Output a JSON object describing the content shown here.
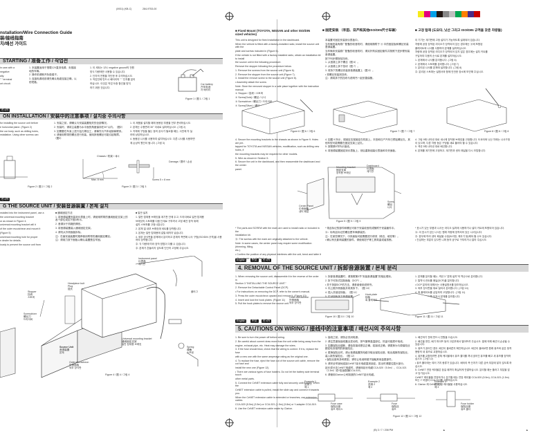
{
  "top": {
    "ref_code": "(0931) (KB-C)",
    "doc_code": "284-9753-00",
    "registration_colors": [
      "#f6ea1b",
      "#e4007f",
      "#00a0e9",
      "#231815",
      "#888888",
      "#bfbfbf",
      "#00a650",
      "#ff7f00",
      "#4b2c87",
      "#c80000"
    ]
  },
  "left": {
    "title_line1": "nstallation/Wire Connection Guide",
    "title_line2": "装/接线指南",
    "title_line3": "치/배선 가이드",
    "s1_heading": "STARTING / 准备工作 / 작업전",
    "s1_en": [
      "in cars with a",
      "negative",
      "ally.",
      "\" \" terminal",
      "ort circuit."
    ],
    "s1_cn": [
      "1. 本装置适用于搭载12V直流电源、负极接地的车辆。",
      "2. 操作前请断开负极端子。",
      "3. 连接电源线前请先确认电缆连接正确，以防短路。"
    ],
    "s1_ko": [
      "1. 이 세트는 12V, negative ground의 전원",
      "   방식 차량에만 사용할 수 있습니다.",
      "2. 단자의 전원을 차단한 후 주의하십시오.",
      "3. 작업전에 반드시 배터리의 \" \" 단자를 분리",
      "   하십시오. 이것은 작업 도중 합선을 방지",
      "   하기 위한 것입니다."
    ],
    "s1_fig_cap": "Figure 1 / 图 1 / 그림 1",
    "s1_fig_labels": [
      "Car battery",
      "汽车电池",
      "차 배터리"
    ],
    "s2_heading": "ON INSTALLATION / 安装中的注意事项 / 설치중 주의사항",
    "s2_en": [
      "for installing the source unit before",
      "e horizontal plane. (Figure 2)",
      "the car body, such as drilling holes,",
      "nstallation. Using other screws can"
    ],
    "s2_cn": [
      "1. 安装之前，请确认与安装装置相关的全部情况。",
      "2. 安装时，请将主装置与水平面的角度保持在30°以内。（图2）",
      "3. 如需要在车身上进行钻孔等加工，请事先与汽车经销商联系。",
      "4. 请使用附带的螺丝进行安装，使用其他螺丝可能引起故障。（图3）"
    ],
    "s2_ko": [
      "1. 이 제품을 설치할 때에 동봉된 부품을 전부 준비하십시오.",
      "2. 본체는 수평면과 30° 이내로 설치하십시오. (그림 2)",
      "3. 차체에 구멍을 뚫는 등의 공사가 필요할 때는, 사전에 차 딜",
      "   러에 상담하십시오.",
      "4. 동봉된 나사를 사용하여 설치하십시오. 다른 나사를 사용하면",
      "   제 손상의 원인이 됩니다. (그림 3)"
    ],
    "s2_fig2_cap": "Figure 2 / 图 2 / 그림 2",
    "s2_fig3_cap": "Figure 3 / 图 3 / 그림 3",
    "s2_fig_labels": [
      "Chassis / 机架 / 섀시",
      "Damage / 损坏 / 손상",
      "Max. 8 mm",
      "Screw 5 × 8 mm"
    ],
    "s3_heading": "G THE SOURCE UNIT / 安装音源装置 / 본체 설치",
    "s3_en": [
      "nstalled into the instrument panel, use a",
      "the universal mounting bracket",
      "or as shown in Figure 4.",
      "universal mounting bracket will it",
      "of the outer escutcheon and mount it",
      "(Figure 5)",
      "universal mounting hole for proper",
      "n dealer for details.",
      "iously to prevent the source unit from"
    ],
    "s3_cn": [
      "■ 通用固定方法",
      "1. 将音源装置安装到仪表盘上时，请使用附带的通用固定支架上的各个部位或如下图4所示。",
      "2. 音源对于机箱的情形。",
      "3. 将音源装置装入通用固定支架。",
      "4. 请勿从外侧面板拆除。",
      "注：在面安装装置时推荐使用附带的通用固定螺丝。",
      "注：请用力按下面板以确认装置是否牢固。"
    ],
    "s3_ko": [
      "■ 일반 설치",
      "1. 일반 탑재용 브래킷을 계기판 안에 두고, 드라이버로 일반 탑재용",
      "   브래킷의 스토퍼를 다음 단계로 구부려서 고정 배관 장착 위해",
      "   설치 스토퍼를 고정시킵니다.",
      "2. 본체 일 내부 브래킷에 세트를 장착합니다.",
      "3. 본체는 일반 탑재용에 걸릴 때까지 넣습니다.",
      "4. 외부 장식판을 본체에서 분리하고 본체의 측면에 나사 구멍(ISO/DIN 규격)을 사용하여 장착합니다.",
      "주: 각 차량에 따라 장착 방법이 다를 수 있습니다.",
      "주: 본체가 흔들리지 않도록 단단히 고정해 주십시오."
    ],
    "s3_fig4_cap": "Figure 4 / 图 4 / 그림 4",
    "s3_fig_labels": [
      "Source Unit",
      "音源装置",
      "본체",
      "Universal mounting bracket",
      "通用固定支架",
      "일반 탑재용 브래킷",
      "Outer escutcheon",
      "外侧面板",
      "외부 장식판",
      "Screwdriver",
      "螺丝刀",
      "드라이버",
      "Stopper",
      "挡块",
      "스토퍼",
      "Instrument panel",
      "仪表盘",
      "계기판",
      "Spring",
      "弹簧",
      "스프링",
      "Headpiece bolt",
      "Plug",
      "插头",
      "플러그"
    ]
  },
  "right": {
    "fixed_mount_heading": "■ Fixed Mount (TOYOTA, NISSAN and other ISO/DIN sized vehicles)",
    "fixed_mount_cn_heading": "■ 固定安装 （丰田、日产和其他ISO/DIN尺寸车辆）",
    "fixed_mount_ko_heading": "■ 고정 탑재 (도요타, 닛산 그리고 ISO/DIN 규격을 갖춘 차량들)",
    "fm_en": [
      "This unit is designed for fixed installation in the dashboard.",
      "When the vehicle is fitted with a factory-installed radio, install the source unit with the",
      "plate and screws included in (Figure 6).",
      "If the vehicle is not fitted with a factory-installed radio, obtain an installation kit to install",
      "the source unit in the following procedure.",
      "Remove the stopper following the procedure below.",
      "1. Remove the screws from the source unit (Figure 6).",
      "2. Remove the stopper from the source unit (Figure 7).",
      "3. Install the remove screw to the source unit (Figure 8).",
      "   • Assembly attach the screw.",
      "Note: Store the removed stopper in a safe place together with the instruction manual."
    ],
    "fm_parts": [
      "① Stopper / 挡块 / 스토퍼",
      "② Screw(Gold) / 螺丝 / 나사",
      "③ Screwdriver / 螺丝刀 / 드라이버",
      "④ Screw(Silver) / 螺丝 / 나사"
    ],
    "fm_cn": [
      "本装置可固定安装到仪表板中。",
      "当车辆安装有原厂配备的收音机时，请使用随附于 ⓐ 中的固定板和螺丝安装音源装置。",
      "当车辆未安装原厂配备的收音机时，请另外购买固定套件并按照下述步骤安装音源装置。",
      "按下列步骤拆除挡块。",
      "1. 从音源上拆下螺丝（图 6）。",
      "2. 从音源上拆下挡块（图 7）。",
      "3. 将拆下的螺丝安装到音源装置上（图 8）。",
      "   • 将螺丝安装到挡块。",
      "注：请将拆下的挡块与说明书一起妥善保管。"
    ],
    "fm_ko": [
      "이 기기는 계기판에 고정 설치가 가능하도록 설계되어 있습니다.",
      "차량에 공장 장착된 라디오가 장착되어 있는 경우에는 ⓐ에 포함된",
      "플레이트와 나사를 사용하여 본체를 설치하십시오.",
      "차량에 공장 장착된 라디오가 장착되어 있지 않은 경우에는 설치 키트를",
      "구입하여 다음의 순서로 본체를 설치하십시오.",
      "1. 본체에서 나사를 분리합니다. (그림 6)",
      "2. 본체에서 스토퍼를 분리합니다. (그림 7)",
      "3. 분리된 나사를 본체에 설치합니다. (그림 8)",
      "주: 분리된 스토퍼는 설명서와 함께 안전한 장소에 보관해 주십시오."
    ],
    "fig6_cap": "Figure 6 / 图 6 / 그림 6",
    "fig7_cap": "Figure 7 / 图 7 / 그림 7",
    "fig8_cap": "Figure 8 / 图 8 / 그림 8",
    "fm_steps_en": [
      "4. Secure the mounting brackets to the chassis as shown in Figure 9. Holes are pre-",
      "   tapped for TOYOTA and NISSAN vehicles; modification, such as drilling new holes, if",
      "   the mounting brackets may be required for other models.",
      "5. Wire as shown in Section 5.",
      "6. Secure the unit in the dashboard, and then reassemble the dashboard and the center",
      "   panel."
    ],
    "fm_steps_cn": [
      "4. 如图 9 所示，将固定支架固定在机架上。丰田和日产汽车已预钻螺丝孔，其他车型可能需要在固定支架上钻孔。",
      "5. 按照第5节所示接线。",
      "6. 将音源装置固定到仪表板上，然后重新组装仪表板和中央面板。"
    ],
    "fm_steps_ko": [
      "4. 그림 9에 나타낸 대로 섀시에 장착용 브래킷을 고정합니다. 도요타와 닛산 차에는 나사구멍이 있으며, 다른 차량 등은 구멍을 새로 뚫어야 할 수 있습니다.",
      "5. 섹션 5에 나타낸 대로 배선합니다.",
      "6. 본체를 계기판에 고정하고, 계기판과 센터 패널을 다시 조립합니다."
    ],
    "fig9_cap": "Figure 9 / 图 9 / 그림 9",
    "fig9_labels": [
      "Dashboard",
      "仪表板",
      "계기판",
      "Mounting bracket",
      "固定支架",
      "장착용 브래킷",
      "Center Panel",
      "中央面板",
      "센터 패널",
      "Screw",
      "螺丝",
      "나사"
    ],
    "fm_note_en": [
      "* The parts and SCREW with the mark are used to install radio or included in the",
      "  installation kit.",
      "Ⓐ: The screws with the mark are originally attached to the vehicle.",
      "Note: In some cases, the center panel may require some modification (trimming, filling,",
      "  etc.).",
      "• Confirm the position of any physical interferes with the unit, bend and latter it",
      "  with a nipper or a similar tool."
    ],
    "fm_note_cn": [
      "* 带此标记的部件和螺丝可用于安装收音机或随附于安装套件中。",
      "Ⓐ：标有此标记的螺丝是车辆原装的。",
      "注：在某些情况下，中央面板可能需要进行修改（修边、填充等）。",
      "• 确认有无影响装置的部件，请使用钳子等工具弯曲或者剪断。"
    ],
    "fm_note_ko": [
      "* 표시가 있는 부품과 나사는 라디오 설치에 사용하거나 설치 키트에 포함되어 있습니다.",
      "Ⓐ: 이 표시가 있는 나사는 원래 차량에 장착되어 있는 나사입니다.",
      "주: 경우에 따라 센터 패널을 수정(트리밍, 채우기 등)해야 할 수도 있습니다.",
      "• 간섭하는 부분이 있으면 니퍼 등의 공구로 구부리거나 잘라 주십시오."
    ],
    "s4_lang_tags": [
      "English",
      "中文",
      "한국어"
    ],
    "s4_heading": "4. REMOVAL OF THE SOURCE UNIT / 拆卸音源装置 / 본체 분리",
    "s4_en": [
      "1. When removing the source unit, disassemble it in the reverse of the order in",
      "   Section 3 \"INSTALLING THE SOURCE UNIT.\"",
      "2. Remove the Detachable Control Panel (DCP).",
      "   • For instructions on removing the DCP, refer to the owner's manual.",
      "3. Press the outer escutcheon upward and remove it. (Figure 10)",
      "4. Insert and lock the hook plates. (Figure 11)",
      "5. Pull the hook plates to remove the source unit."
    ],
    "s4_cn": [
      "1. 拆卸音源装置时，请按照第3节\"安装音源装置\"的相反顺序。",
      "2. 拆下可拆式控制面板（DCP）。",
      "   • 关于拆卸DCP的方法，请参阅使用说明书。",
      "3. 向上推外侧面板并将其拆下。（图 10）",
      "4. 插入并锁定钩板。（图 11）",
      "5. 拉动钩板拆下音源装置。"
    ],
    "s4_ko": [
      "1. 본체를 분리할 때는, 섹션 3 \"본체 설치\"의 역순으로 분리합니다.",
      "2. 탈착식 컨트롤 패널(DCP)을 분리합니다.",
      "   • DCP 분리에 대해서는 사용설명서를 참조하십시오.",
      "3. 외부 장식판을 위로 밀어서 분리합니다. (그림 10)",
      "4. 훅 플레이트를 삽입하여 고정합니다. (그림 11)",
      "5. 훅 플레이트를 당겨서 본체를 분리합니다."
    ],
    "fig10_cap": "Figure 10 / 图 10 / 그림 10",
    "fig11_cap": "Figure 11 / 图 11 / 그림 11",
    "fig10_labels": [
      "Outer escutcheon",
      "外侧面板",
      "외부 장식판"
    ],
    "fig11_labels": [
      "Hook plate",
      "钩板",
      "훅 플레이트"
    ],
    "s5_heading": "5. CAUTIONS ON WIRING / 接线中的注意事项 / 배선시의 주의사항",
    "s5_en": [
      "1. Be sure to turn the power off before wiring.",
      "2. Be careful about current draw more than the unit while being away from the",
      "   engine, exhaust pipe, etc. Heat may damage the wires.",
      "3. If the fuse should blow, check that the wiring is correct. If it is, replace the fuse",
      "   with a new one with the same amperage rating as the original one.",
      "4. To replace the fuse, eject the fuse out of the source unit cable, remove the cut fuse and",
      "   install the new one (Figure 12).",
      "   • There are various types of fuse holders. Do not let the battery side terminal touch",
      "     other metal parts.",
      "5. Connect the CeNET extension cable fully and securely until it locks. When the",
      "   CeNET extension cable is pulled, install the slide cap and connect it towards you.",
      "   When the CeNET extension cable is extended or branches, use extension cables",
      "   CCA-520 (5.5m) (3.5m) or CCA-521 (1.5m) (3.8m) or Y-adapter CCA-519.",
      "6. Use the CeNET extension cable made by Clarion."
    ],
    "s5_cn": [
      "1. 接线之前，请务必关闭电源。",
      "2. 请注意避免接线靠近发动机、排气管等高温部位。热量可能损坏电线。",
      "3. 如果保险丝熔断，请检查接线是否正确。若接线正确，请更换为与原保险丝额定电流相同的新保险丝。",
      "4. 更换保险丝时，请从音源装置的电缆中取出保险丝座，取出熔断的保险丝，装入新的保险丝。（图 12）",
      "   • 保险丝座有多种类型。请勿让电池侧端子接触其他金属部件。",
      "5. 请完全牢固地连接CeNET延长电缆直到锁定。拔出时请握住插头部分。",
      "   延长或分支CeNET电缆时，请使用延长电缆CCA-520（5.5m）、CCA-521（1.5m）或Y型适配器CCA-519。",
      "6. 请使用Clarion公司制造的CeNET延长电缆。"
    ],
    "s5_ko": [
      "1. 배선하기 전에 반드시 전원을 끄십시오.",
      "2. 배선을 엔진, 배기 파이프 등의 고온부에서 떨어뜨려 주십시오. 열에 의해 배선이 손상될 수 있습니다.",
      "3. 퓨즈가 끊어진 경우, 배선이 올바른지 확인하십시오. 배선이 올바르면 원래 퓨즈와 같은 정격 용량의 새 퓨즈로 교환하십시오.",
      "4. 퓨즈를 교환하려면 본체 케이블에서 퓨즈 홀더를 꺼내 끊어진 퓨즈를 빼고 새 퓨즈를 장착하십시오. (그림 12)",
      "   • 퓨즈 홀더에는 여러 가지 종류가 있습니다. 배터리 측 단자가 다른 금속 부분에 닿지 않도록 하십시오.",
      "5. CeNET 연장 케이블은 잠길 때까지 확실하게 연결하십시오. 분리할 때는 플러그 부분을 잡고 당기십시오.",
      "   CeNET 케이블을 연장하거나 분기할 때는 연장 케이블 CCA-520 (5.5m), CCA-521 (1.5m) 또는 Y 어댑터 CCA-519를 사용하십시오.",
      "6. Clarion 제 CeNET 연장 케이블을 사용하십시오."
    ],
    "fig12_cap": "Figure 12 / 图 12 / 그림 12",
    "fig12_labels": [
      "Example 1",
      "范例 1",
      "예 1",
      "Example 2",
      "范例 2",
      "예 2",
      "Example 3",
      "范例 3",
      "예 3",
      "Fuse case",
      "保险丝座",
      "퓨즈 케이스",
      "Fuse",
      "保险丝",
      "퓨즈",
      "Fuse holder",
      "保险丝座",
      "퓨즈 홀더"
    ],
    "footer_left": "(B) 3 / 7 / 208 PM",
    "footer_mid": "▲",
    "footer_right": "▲"
  }
}
